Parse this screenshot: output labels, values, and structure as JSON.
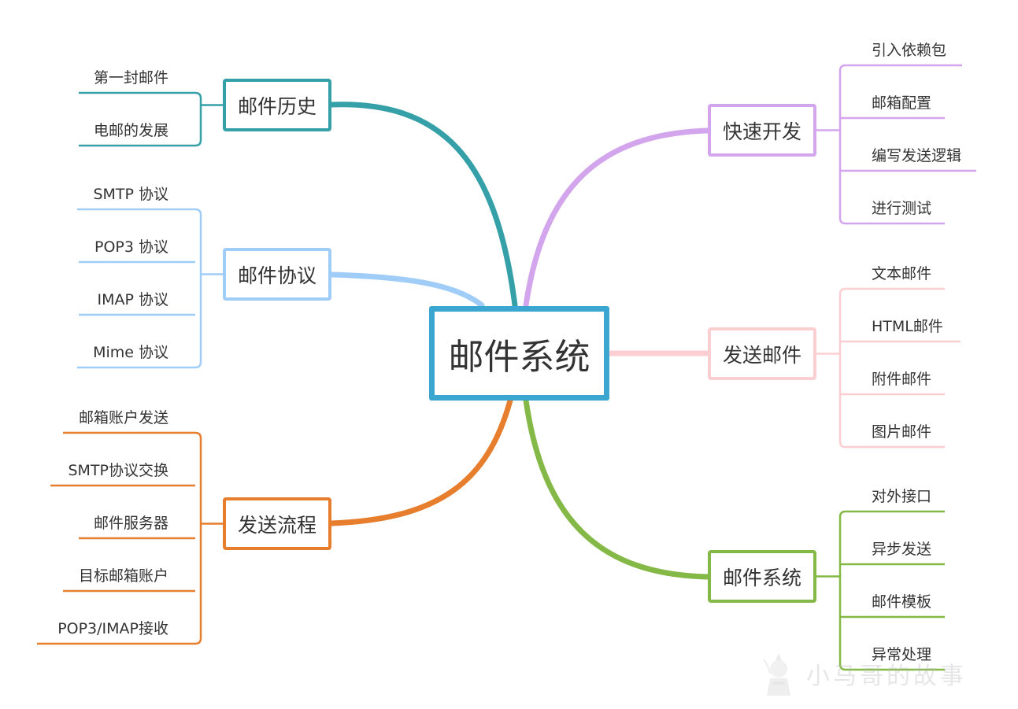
{
  "root": {
    "label": "邮件系统",
    "color": "#3ba6cf"
  },
  "branches": [
    {
      "label": "邮件历史",
      "color": "#35a0a8",
      "side": "left",
      "children": [
        "第一封邮件",
        "电邮的发展"
      ]
    },
    {
      "label": "邮件协议",
      "color": "#9fcdf8",
      "side": "left",
      "children": [
        "SMTP 协议",
        "POP3 协议",
        "IMAP 协议",
        "Mime 协议"
      ]
    },
    {
      "label": "发送流程",
      "color": "#e67e2e",
      "side": "left",
      "children": [
        "邮箱账户发送",
        "SMTP协议交换",
        "邮件服务器",
        "目标邮箱账户",
        "POP3/IMAP接收"
      ]
    },
    {
      "label": "快速开发",
      "color": "#d3a5ec",
      "side": "right",
      "children": [
        "引入依赖包",
        "邮箱配置",
        "编写发送逻辑",
        "进行测试"
      ]
    },
    {
      "label": "发送邮件",
      "color": "#fbcfd2",
      "side": "right",
      "children": [
        "文本邮件",
        "HTML邮件",
        "附件邮件",
        "图片邮件"
      ]
    },
    {
      "label": "邮件系统",
      "color": "#85b947",
      "side": "right",
      "children": [
        "对外接口",
        "异步发送",
        "邮件模板",
        "异常处理"
      ]
    }
  ],
  "watermark": {
    "text": "小马哥的故事",
    "icon": "mascot-icon"
  }
}
